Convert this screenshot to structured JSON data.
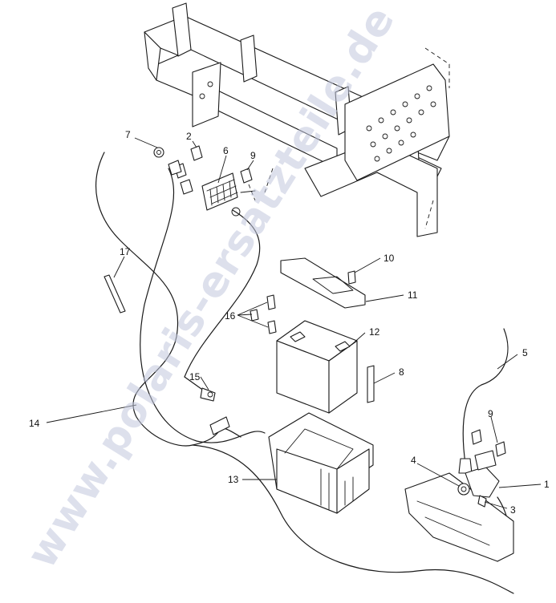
{
  "watermark": "www.polaris-ersatzteile.de",
  "callouts": [
    {
      "id": "c1",
      "label": "1"
    },
    {
      "id": "c2",
      "label": "2"
    },
    {
      "id": "c3",
      "label": "3"
    },
    {
      "id": "c4",
      "label": "4"
    },
    {
      "id": "c5",
      "label": "5"
    },
    {
      "id": "c6",
      "label": "6"
    },
    {
      "id": "c7",
      "label": "7"
    },
    {
      "id": "c8",
      "label": "8"
    },
    {
      "id": "c9a",
      "label": "9"
    },
    {
      "id": "c9b",
      "label": "9"
    },
    {
      "id": "c10",
      "label": "10"
    },
    {
      "id": "c11",
      "label": "11"
    },
    {
      "id": "c12",
      "label": "12"
    },
    {
      "id": "c13",
      "label": "13"
    },
    {
      "id": "c14",
      "label": "14"
    },
    {
      "id": "c15",
      "label": "15"
    },
    {
      "id": "c16",
      "label": "16"
    },
    {
      "id": "c17",
      "label": "17"
    }
  ],
  "colors": {
    "line": "#1a1a1a",
    "watermark": "#c2c8de",
    "background": "#ffffff"
  }
}
